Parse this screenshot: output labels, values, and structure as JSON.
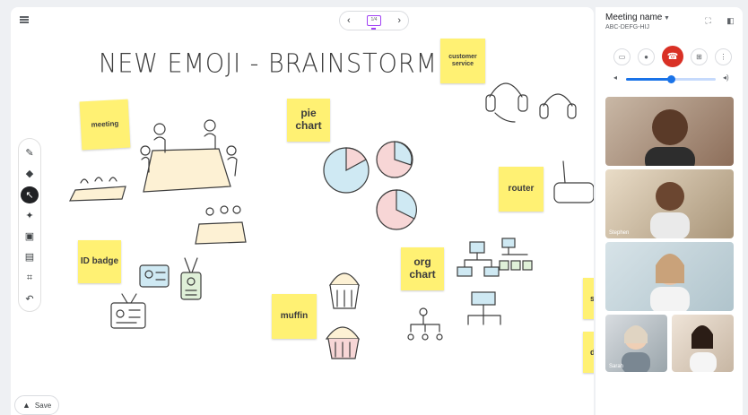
{
  "board": {
    "title": "NEW EMOJI - BRAINSTORM",
    "page_thumb": "1/4",
    "nav_prev": "‹",
    "nav_next": "›",
    "stickies": [
      {
        "id": "meeting",
        "text": "meeting"
      },
      {
        "id": "pie",
        "text": "pie chart"
      },
      {
        "id": "customer",
        "text": "customer service"
      },
      {
        "id": "router",
        "text": "router"
      },
      {
        "id": "id-badge",
        "text": "ID badge"
      },
      {
        "id": "org",
        "text": "org chart"
      },
      {
        "id": "muffin",
        "text": "muffin"
      },
      {
        "id": "s",
        "text": "s"
      },
      {
        "id": "d",
        "text": "d"
      }
    ],
    "save_label": "Save"
  },
  "toolbar": {
    "tools": [
      "pen-icon",
      "eraser-icon",
      "select-icon",
      "laser-icon",
      "image-icon",
      "sticky-note-icon",
      "frame-icon",
      "undo-icon"
    ],
    "active_index": 2
  },
  "meeting": {
    "name": "Meeting name",
    "code": "ABC-DEFG-HIJ",
    "volume_percent": 0.5,
    "participants": [
      {
        "name": ""
      },
      {
        "name": "Stephen"
      },
      {
        "name": ""
      },
      {
        "name": "Sarah"
      },
      {
        "name": ""
      }
    ]
  },
  "colors": {
    "sticky": "#fff173",
    "hangup": "#d93025",
    "accent": "#1a73e8",
    "thumb": "#a142f4"
  }
}
